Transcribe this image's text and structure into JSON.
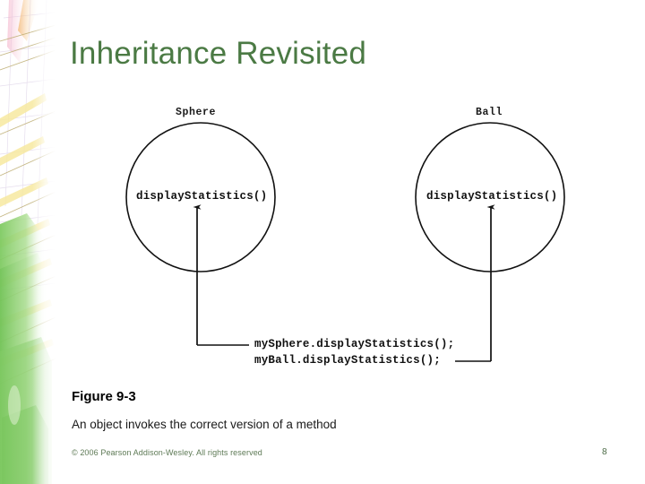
{
  "slide": {
    "title": "Inheritance Revisited",
    "title_color": "#4b7a44",
    "background_color": "#ffffff"
  },
  "diagram": {
    "left_class": {
      "name": "Sphere",
      "method": "displayStatistics()"
    },
    "right_class": {
      "name": "Ball",
      "method": "displayStatistics()"
    },
    "code_lines": [
      "mySphere.displayStatistics();",
      "myBall.displayStatistics();"
    ],
    "arrows": [
      {
        "from": "mySphere.displayStatistics();",
        "to": "Sphere.displayStatistics()"
      },
      {
        "from": "myBall.displayStatistics();",
        "to": "Ball.displayStatistics()"
      }
    ],
    "stroke_color": "#000000"
  },
  "caption": {
    "figure_number": "Figure 9-3",
    "figure_text": "An object invokes the correct version of a method"
  },
  "footer": {
    "copyright": "© 2006 Pearson Addison-Wesley. All rights reserved",
    "page_number": "8",
    "text_color": "#5e7a56"
  }
}
